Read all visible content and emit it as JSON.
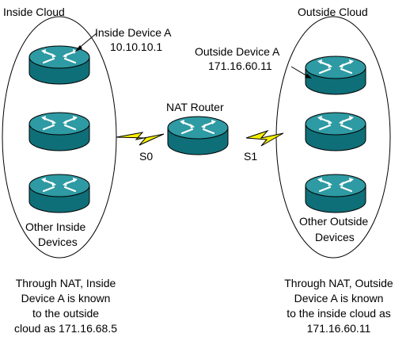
{
  "clouds": {
    "inside": {
      "title": "Inside Cloud",
      "device_a_name": "Inside Device A",
      "device_a_ip": "10.10.10.1",
      "other_line1": "Other Inside",
      "other_line2": "Devices"
    },
    "outside": {
      "title": "Outside Cloud",
      "device_a_name": "Outside Device A",
      "device_a_ip": "171.16.60.11",
      "other_line1": "Other Outside",
      "other_line2": "Devices"
    }
  },
  "nat_router": {
    "label": "NAT Router",
    "serial0": "S0",
    "serial1": "S1"
  },
  "notes": {
    "inside": [
      "Through NAT, Inside",
      "Device A is known",
      "to the outside",
      "cloud as 171.16.68.5"
    ],
    "outside": [
      "Through NAT, Outside",
      "Device A is known",
      "to the inside cloud as",
      "171.16.60.11"
    ]
  },
  "colors": {
    "router_top": "#2e9aa3",
    "router_side": "#0f6f78",
    "router_arrows": "#ffffff",
    "serial_link": "#f7f000",
    "outline": "#000000"
  }
}
